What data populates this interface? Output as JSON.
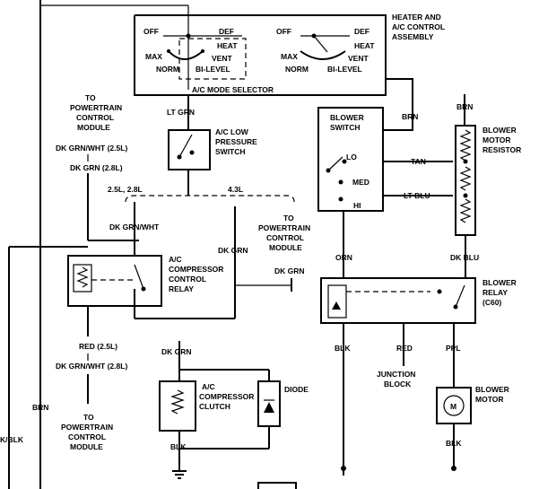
{
  "labels": {
    "heater_title_1": "HEATER AND",
    "heater_title_2": "A/C CONTROL",
    "heater_title_3": "ASSEMBLY",
    "off_left": "OFF",
    "def_left": "DEF",
    "heat_left": "HEAT",
    "max_left": "MAX",
    "vent_left": "VENT",
    "norm_left": "NORM",
    "bilevel_left": "BI-LEVEL",
    "off_right": "OFF",
    "def_right": "DEF",
    "heat_right": "HEAT",
    "max_right": "MAX",
    "vent_right": "VENT",
    "norm_right": "NORM",
    "bilevel_right": "BI-LEVEL",
    "mode_selector": "A/C MODE SELECTOR",
    "lt_grn": "LT GRN",
    "ac_low_1": "A/C LOW",
    "ac_low_2": "PRESSURE",
    "ac_low_3": "SWITCH",
    "pcm_top_1": "TO",
    "pcm_top_2": "POWERTRAIN",
    "pcm_top_3": "CONTROL",
    "pcm_top_4": "MODULE",
    "dk_grn_wht_25": "DK GRN/WHT (2.5L)",
    "dk_grn_28": "DK GRN (2.8L)",
    "engines_left": "2.5L, 2.8L",
    "engine_right": "4.3L",
    "dk_grn_wht": "DK GRN/WHT",
    "dk_grn_mid": "DK GRN",
    "pcm_mid_1": "TO",
    "pcm_mid_2": "POWERTRAIN",
    "pcm_mid_3": "CONTROL",
    "pcm_mid_4": "MODULE",
    "dk_grn_mid2": "DK GRN",
    "relay_1": "A/C",
    "relay_2": "COMPRESSOR",
    "relay_3": "CONTROL",
    "relay_4": "RELAY",
    "red_25": "RED (2.5L)",
    "dk_grn_wht_28": "DK GRN/WHT (2.8L)",
    "pcm_bot_1": "TO",
    "pcm_bot_2": "POWERTRAIN",
    "pcm_bot_3": "CONTROL",
    "pcm_bot_4": "MODULE",
    "brn_left": "BRN",
    "blk_left": "K/BLK",
    "dk_grn_clutch": "DK GRN",
    "clutch_1": "A/C",
    "clutch_2": "COMPRESSOR",
    "clutch_3": "CLUTCH",
    "diode": "DIODE",
    "blk_clutch": "BLK",
    "blower_switch_1": "BLOWER",
    "blower_switch_2": "SWITCH",
    "lo": "LO",
    "med": "MED",
    "hi": "HI",
    "tan": "TAN",
    "lt_blu": "LT BLU",
    "brn_mid": "BRN",
    "brn_right": "BRN",
    "resistor_1": "BLOWER",
    "resistor_2": "MOTOR",
    "resistor_3": "RESISTOR",
    "orn": "ORN",
    "dk_blu": "DK BLU",
    "blower_relay_1": "BLOWER",
    "blower_relay_2": "RELAY",
    "blower_relay_3": "(C60)",
    "blk_relay": "BLK",
    "red_relay": "RED",
    "ppl": "PPL",
    "junction_1": "JUNCTION",
    "junction_2": "BLOCK",
    "motor_1": "BLOWER",
    "motor_2": "MOTOR",
    "motor_symbol": "M",
    "blk_motor": "BLK"
  }
}
